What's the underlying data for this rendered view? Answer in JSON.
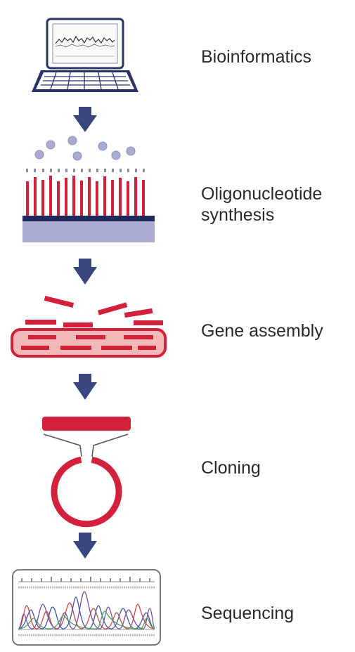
{
  "colors": {
    "navy": "#2a3468",
    "arrow": "#3a4680",
    "red": "#d3203b",
    "pink": "#f3b9b9",
    "lavender": "#a9abd0",
    "text": "#2a2a2a",
    "trace_red": "#d04848",
    "trace_blue": "#3c5aa0",
    "trace_purple": "#7a4f9c",
    "trace_green": "#4f9c62"
  },
  "steps": [
    {
      "label": "Bioinformatics",
      "icon": "laptop-icon"
    },
    {
      "label": "Oligonucleotide\nsynthesis",
      "icon": "oligo-synthesis-icon"
    },
    {
      "label": "Gene assembly",
      "icon": "gene-assembly-icon"
    },
    {
      "label": "Cloning",
      "icon": "plasmid-cloning-icon"
    },
    {
      "label": "Sequencing",
      "icon": "chromatogram-icon"
    }
  ]
}
